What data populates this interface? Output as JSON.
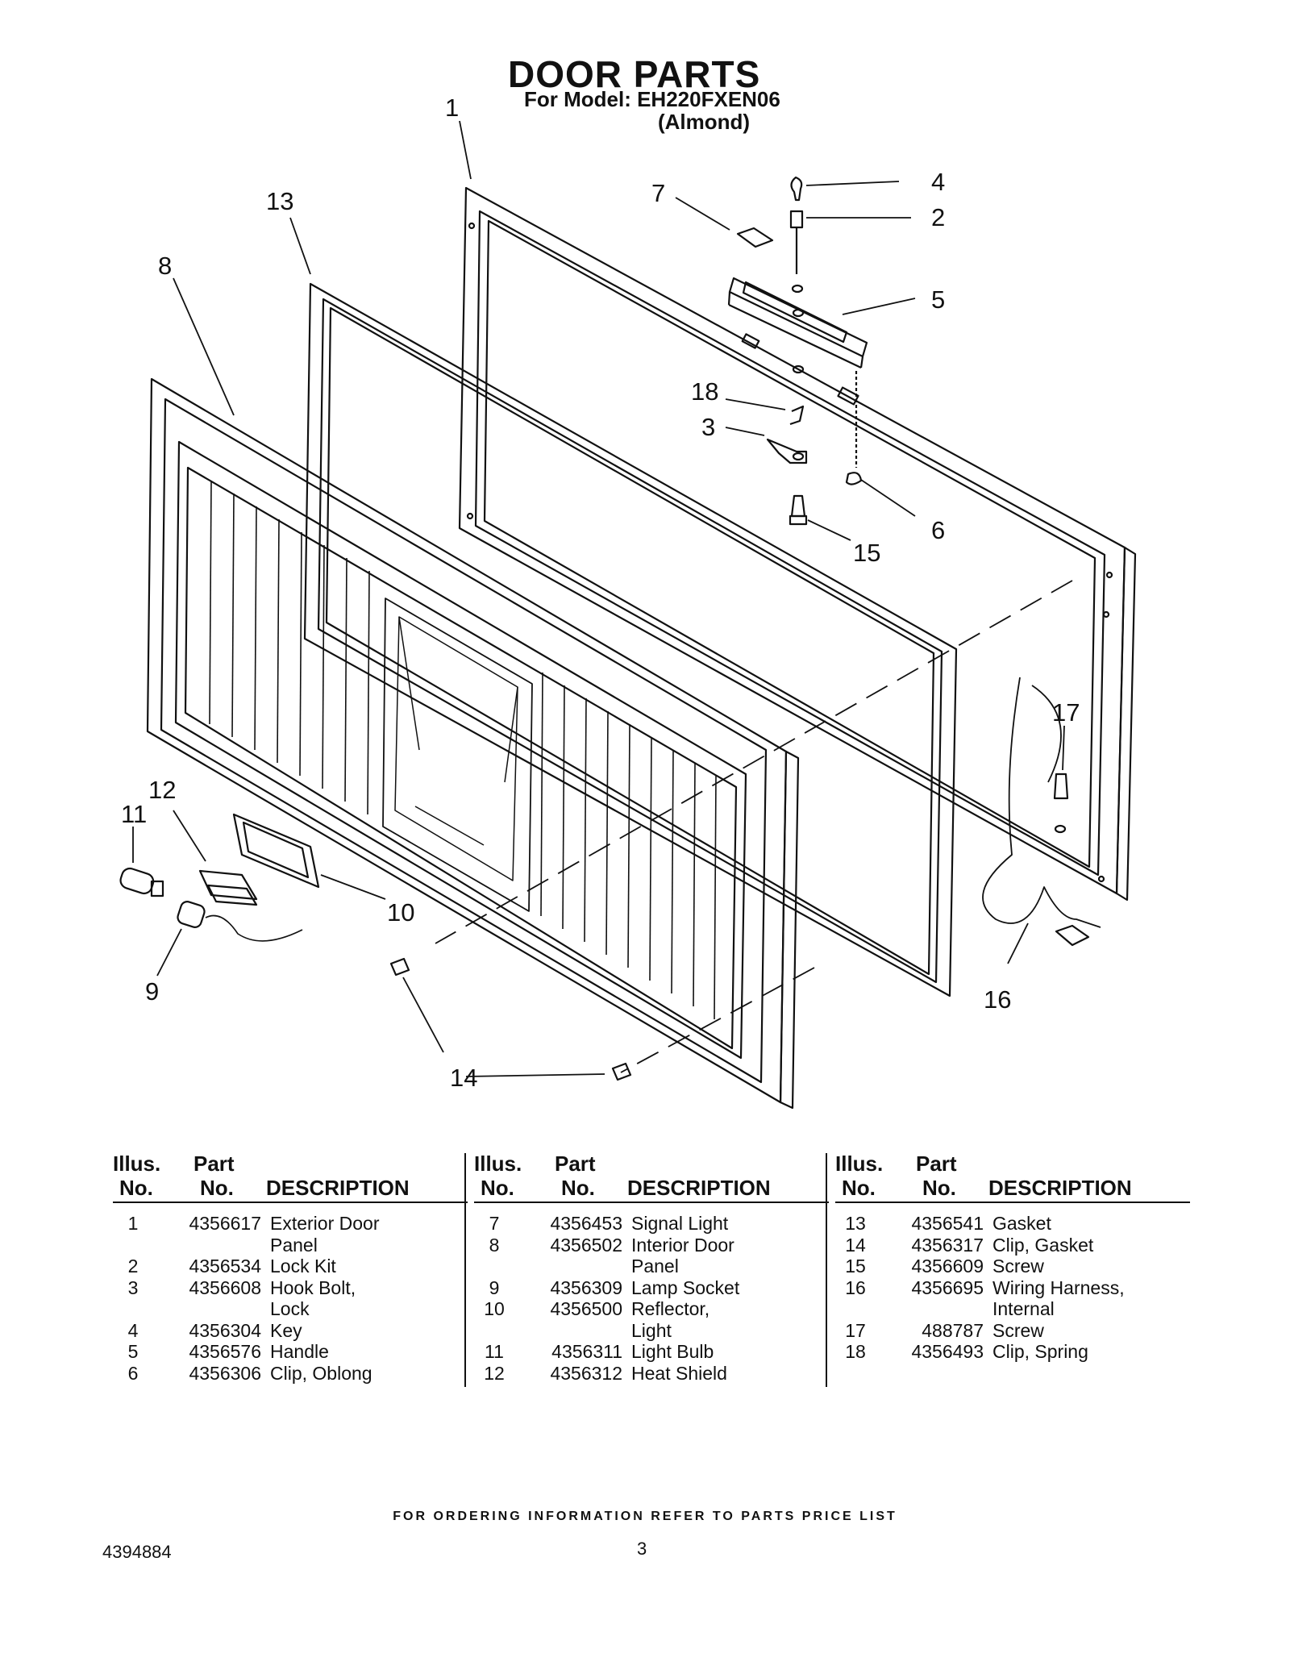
{
  "header": {
    "title": "DOOR PARTS",
    "model_line": "For Model: EH220FXEN06",
    "color_line": "(Almond)"
  },
  "callouts": [
    "1",
    "2",
    "3",
    "4",
    "5",
    "6",
    "7",
    "8",
    "9",
    "10",
    "11",
    "12",
    "13",
    "14",
    "15",
    "16",
    "17",
    "18"
  ],
  "table": {
    "headers": {
      "illus": "Illus.",
      "no": "No.",
      "part": "Part",
      "no2": "No.",
      "description": "DESCRIPTION"
    },
    "columns": [
      [
        {
          "illus": "1",
          "part": "4356617",
          "desc": "Exterior Door",
          "desc2": "Panel"
        },
        {
          "illus": "2",
          "part": "4356534",
          "desc": "Lock Kit"
        },
        {
          "illus": "3",
          "part": "4356608",
          "desc": "Hook Bolt,",
          "desc2": "Lock"
        },
        {
          "illus": "4",
          "part": "4356304",
          "desc": "Key"
        },
        {
          "illus": "5",
          "part": "4356576",
          "desc": "Handle"
        },
        {
          "illus": "6",
          "part": "4356306",
          "desc": "Clip, Oblong"
        }
      ],
      [
        {
          "illus": "7",
          "part": "4356453",
          "desc": "Signal Light"
        },
        {
          "illus": "8",
          "part": "4356502",
          "desc": "Interior Door",
          "desc2": "Panel"
        },
        {
          "illus": "9",
          "part": "4356309",
          "desc": "Lamp Socket"
        },
        {
          "illus": "10",
          "part": "4356500",
          "desc": "Reflector,",
          "desc2": "Light"
        },
        {
          "illus": "11",
          "part": "4356311",
          "desc": "Light Bulb"
        },
        {
          "illus": "12",
          "part": "4356312",
          "desc": "Heat Shield"
        }
      ],
      [
        {
          "illus": "13",
          "part": "4356541",
          "desc": "Gasket"
        },
        {
          "illus": "14",
          "part": "4356317",
          "desc": "Clip, Gasket"
        },
        {
          "illus": "15",
          "part": "4356609",
          "desc": "Screw"
        },
        {
          "illus": "16",
          "part": "4356695",
          "desc": "Wiring Harness,",
          "desc2": "Internal"
        },
        {
          "illus": "17",
          "part": "488787",
          "desc": "Screw"
        },
        {
          "illus": "18",
          "part": "4356493",
          "desc": "Clip, Spring"
        }
      ]
    ]
  },
  "footer": {
    "ordering_note": "FOR ORDERING INFORMATION REFER TO PARTS PRICE LIST",
    "doc_number": "4394884",
    "page_number": "3"
  }
}
